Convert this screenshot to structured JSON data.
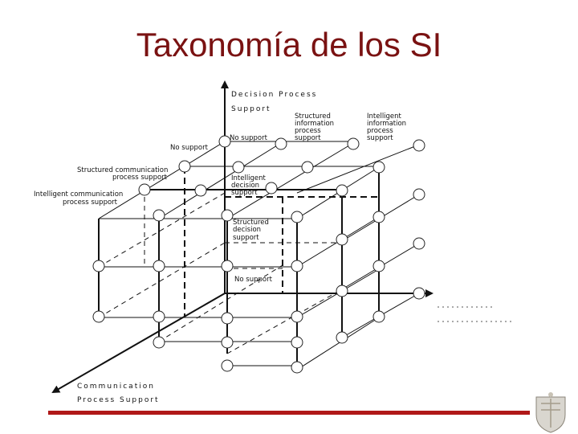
{
  "title": "Taxonomía de los SI",
  "axes": {
    "decision": [
      "Decision Process",
      "Support"
    ],
    "communication": [
      "Communication",
      "Process Support"
    ],
    "information": [
      "Structured",
      "information",
      "process",
      "support"
    ]
  },
  "information_levels": [
    [
      "Structured",
      "information",
      "process",
      "support"
    ],
    [
      "Intelligent",
      "information",
      "process",
      "support"
    ]
  ],
  "communication_levels": [
    [
      "No support"
    ],
    [
      "Structured communication",
      "process support"
    ],
    [
      "Intelligent communication",
      "process support"
    ]
  ],
  "decision_levels": [
    [
      "No support"
    ],
    [
      "Intelligent",
      "decision",
      "support"
    ],
    [
      "Structured",
      "decision",
      "support"
    ],
    [
      "No support"
    ]
  ],
  "colors": {
    "title": "#7a1212",
    "footer": "#b01818"
  },
  "logo_icon": "university-crest-icon"
}
